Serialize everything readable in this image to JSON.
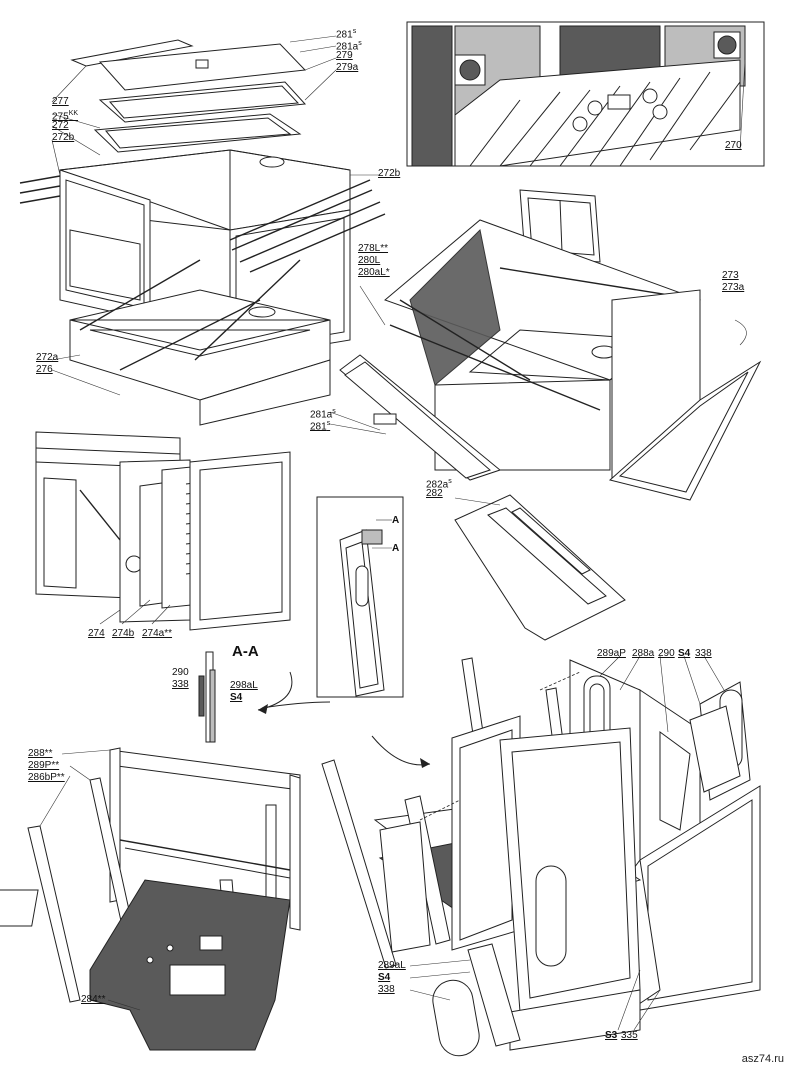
{
  "labels": {
    "l281s": "281",
    "l281as": "281a",
    "l279": "279",
    "l279a": "279a",
    "l277": "277",
    "l275kk": "275",
    "l272": "272",
    "l272b_left": "272b",
    "l272b_right": "272b",
    "l272a": "272a",
    "l276": "276",
    "l270": "270",
    "l278L": "278L**",
    "l280L": "280L",
    "l280aL": "280aL*",
    "l273": "273",
    "l273a": "273a",
    "l281a_mid": "281a",
    "l281_mid": "281",
    "l282as": "282a",
    "l282": "282",
    "l274": "274",
    "l274b": "274b",
    "l274a": "274a**",
    "sectionAA": "A-A",
    "markA1": "A",
    "markA2": "A",
    "l290_left": "290",
    "l338_left": "338",
    "l298aL": "298aL",
    "lS4_left": "S4",
    "l288": "288**",
    "l289P": "289P**",
    "l286bP": "286bP**",
    "l284": "284**",
    "l289aP": "289aP",
    "l288a": "288a",
    "l290_right": "290",
    "lS4_right": "S4",
    "l338_right": "338",
    "l289aL": "289aL",
    "lS4_bottom": "S4",
    "l338_bottom": "338",
    "lS3": "S3",
    "l335": "335",
    "sup_s": "s",
    "sup_kk": "KK"
  },
  "watermark": "asz74.ru",
  "colors": {
    "line": "#222222",
    "dark_fill": "#5a5a5a",
    "mid_fill": "#bdbdbd",
    "paper": "#ffffff"
  }
}
